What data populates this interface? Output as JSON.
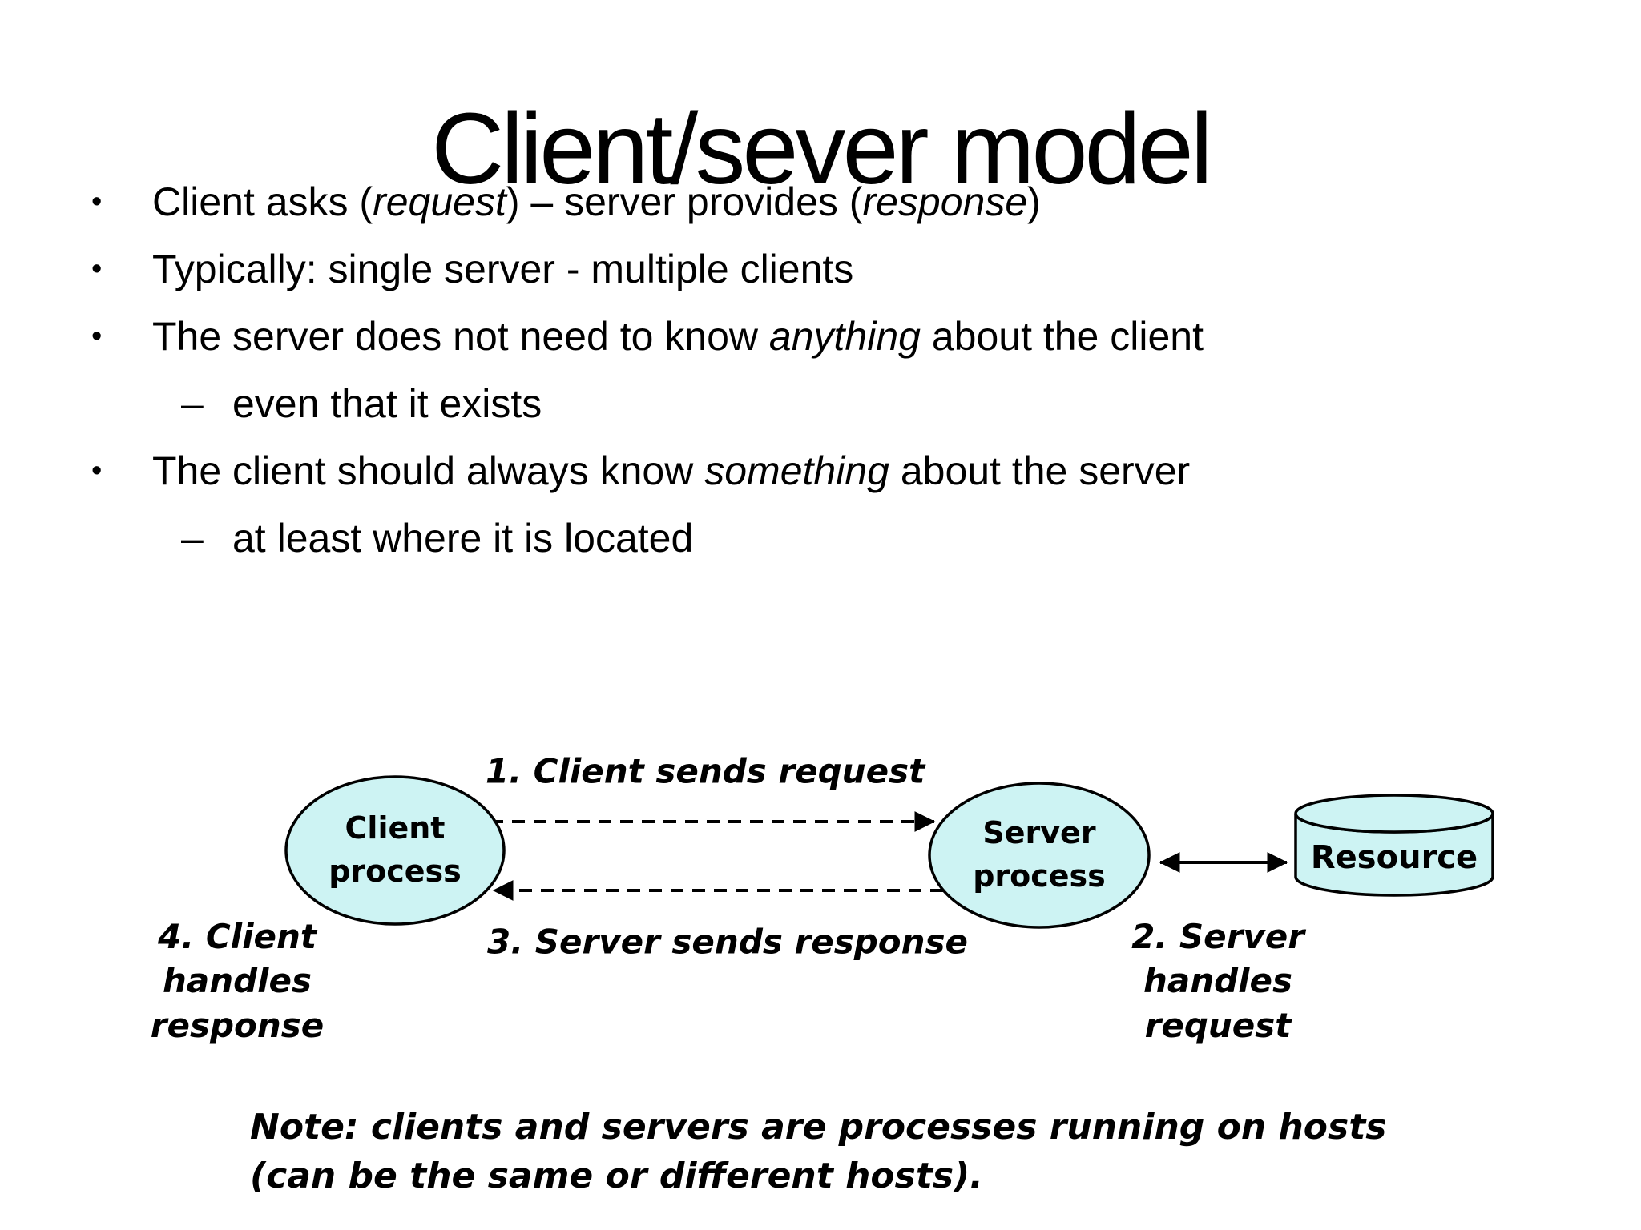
{
  "title": "Client/sever model",
  "bullets": [
    {
      "marker": "•",
      "level": 1,
      "segments": [
        {
          "t": "Client asks ("
        },
        {
          "t": "request",
          "italic": true
        },
        {
          "t": ") – server provides ("
        },
        {
          "t": "response",
          "italic": true
        },
        {
          "t": ")"
        }
      ]
    },
    {
      "marker": "•",
      "level": 1,
      "segments": [
        {
          "t": "Typically: single server - multiple clients"
        }
      ]
    },
    {
      "marker": "•",
      "level": 1,
      "segments": [
        {
          "t": "The server does not need to know "
        },
        {
          "t": "anything",
          "italic": true
        },
        {
          "t": " about the client"
        }
      ]
    },
    {
      "marker": "–",
      "level": 2,
      "segments": [
        {
          "t": "even that it exists"
        }
      ]
    },
    {
      "marker": "•",
      "level": 1,
      "segments": [
        {
          "t": "The client should always know "
        },
        {
          "t": "something",
          "italic": true
        },
        {
          "t": " about the server"
        }
      ]
    },
    {
      "marker": "–",
      "level": 2,
      "segments": [
        {
          "t": "at least where it is located"
        }
      ]
    }
  ],
  "diagram": {
    "client_process_label": "Client\nprocess",
    "server_process_label": "Server\nprocess",
    "resource_label": "Resource",
    "steps": {
      "step1": "1. Client sends request",
      "step2": "2. Server\nhandles\nrequest",
      "step3": "3. Server sends response",
      "step4": "4. Client\nhandles\nresponse"
    }
  },
  "note": "Note: clients and servers are processes running on hosts\n(can be the same or different hosts).",
  "colors": {
    "background": "#FFFFFF",
    "text": "#000000",
    "shape_fill": "#CDF3F3",
    "shape_stroke": "#000000"
  }
}
